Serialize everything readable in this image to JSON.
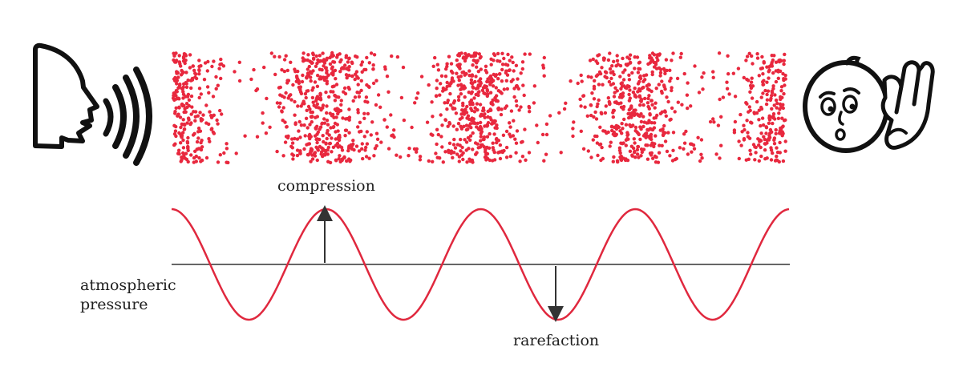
{
  "labels": {
    "compression": "compression",
    "rarefaction": "rarefaction",
    "atmospheric_line1": "atmospheric",
    "atmospheric_line2": "pressure"
  },
  "wave": {
    "cycles": 4,
    "peaks_at_fraction": [
      0.25,
      0.5,
      0.75,
      1.0
    ]
  },
  "colors": {
    "particles": "#e8283e",
    "wave": "#e0283e",
    "line": "#333333",
    "icon": "#111111"
  },
  "icons": [
    "speaking-head-icon",
    "sound-waves-icon",
    "listening-face-icon",
    "cupped-hand-icon"
  ]
}
